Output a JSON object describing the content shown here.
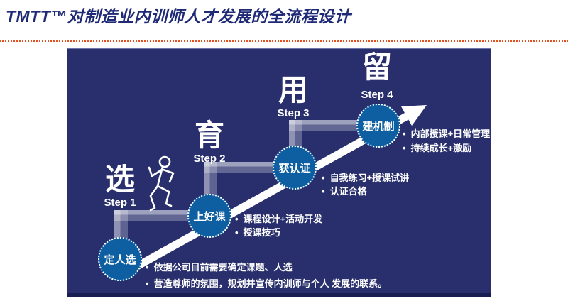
{
  "title": "TMTT™对制造业内训师人才发展的全流程设计",
  "colors": {
    "title-color": "#1F2A76",
    "divider-color": "#E2511E",
    "panel-bg": "#282F6C",
    "circle-fill": "#0E5FA1",
    "stair-color": "#8A93C2",
    "arrow-color": "#FFFFFF"
  },
  "steps": [
    {
      "big_char": "选",
      "step_label": "Step 1",
      "circle_label": "定人选",
      "bullets": [
        "依据公司目前需要确定课题、人选",
        "营造尊师的氛围，规划并宣传内训师与个人 发展的联系。"
      ]
    },
    {
      "big_char": "育",
      "step_label": "Step 2",
      "circle_label": "上好课",
      "bullets": [
        "课程设计+活动开发",
        "授课技巧"
      ]
    },
    {
      "big_char": "用",
      "step_label": "Step 3",
      "circle_label": "获认证",
      "bullets": [
        "自我练习+授课试讲",
        "认证合格"
      ]
    },
    {
      "big_char": "留",
      "step_label": "Step 4",
      "circle_label": "建机制",
      "bullets": [
        "内部授课+日常管理",
        "持续成长+激励"
      ]
    }
  ],
  "icons": {
    "runner": "runner-icon",
    "arrow": "growth-arrow-icon"
  }
}
